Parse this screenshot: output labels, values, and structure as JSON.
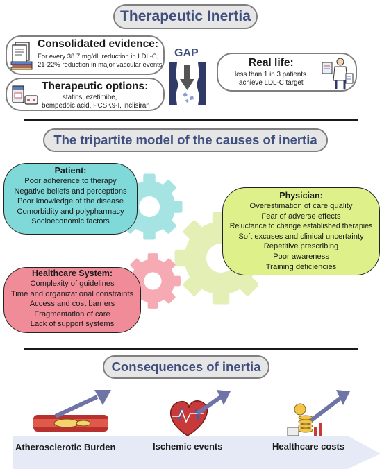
{
  "title": "Therapeutic Inertia",
  "evidence": {
    "heading": "Consolidated evidence:",
    "lines": [
      "For every 38.7 mg/dL reduction in LDL-C,",
      "21-22% reduction in major vascular events"
    ]
  },
  "options": {
    "heading": "Therapeutic options:",
    "lines": [
      "statins, ezetimibe,",
      "bempedoic acid, PCSK9-I, inclisiran"
    ]
  },
  "gap_label": "GAP",
  "real_life": {
    "heading": "Real life:",
    "lines": [
      "less than 1 in 3 patients",
      "achieve LDL-C target"
    ]
  },
  "model_title": "The tripartite model of the causes of inertia",
  "patient": {
    "heading": "Patient:",
    "items": [
      "Poor adherence to therapy",
      "Negative beliefs and perceptions",
      "Poor knowledge of the disease",
      "Comorbidity and polypharmacy",
      "Socioeconomic factors"
    ],
    "color": "#7fd9d9"
  },
  "physician": {
    "heading": "Physician:",
    "items": [
      "Overestimation of care quality",
      "Fear of adverse effects",
      "Reluctance to change established therapies",
      "Soft excuses and clinical uncertainty",
      "Repetitive prescribing",
      "Poor awareness",
      "Training deficiencies"
    ],
    "color": "#def08a"
  },
  "healthcare": {
    "heading": "Healthcare System:",
    "items": [
      "Complexity of guidelines",
      "Time and organizational constraints",
      "Access and cost barriers",
      "Fragmentation of care",
      "Lack of support systems"
    ],
    "color": "#f08c98"
  },
  "consequences_title": "Consequences of inertia",
  "consequences": [
    "Atherosclerotic Burden",
    "Ischemic events",
    "Healthcare costs"
  ],
  "colors": {
    "title_text": "#3f4f7d",
    "arrow": "#6f73a6",
    "band": "#e6e9f6",
    "gear_teal": "#a6e3e3",
    "gear_green": "#e3efb4",
    "gear_pink": "#f5aab4"
  }
}
